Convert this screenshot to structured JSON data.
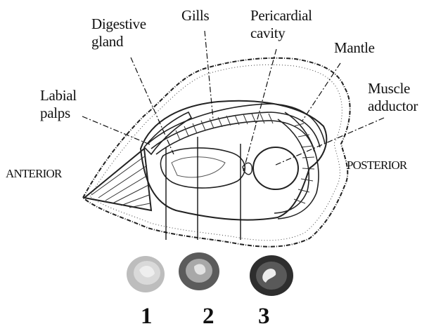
{
  "labels": {
    "digestive_gland": [
      "Digestive",
      "gland"
    ],
    "gills": "Gills",
    "pericardial_cavity": [
      "Pericardial",
      "cavity"
    ],
    "mantle": "Mantle",
    "muscle_adductor": [
      "Muscle",
      "adductor"
    ],
    "labial_palps": [
      "Labial",
      "palps"
    ],
    "anterior": "ANTERIOR",
    "posterior": "POSTERIOR"
  },
  "sections": [
    {
      "number": "1"
    },
    {
      "number": "2"
    },
    {
      "number": "3"
    }
  ]
}
